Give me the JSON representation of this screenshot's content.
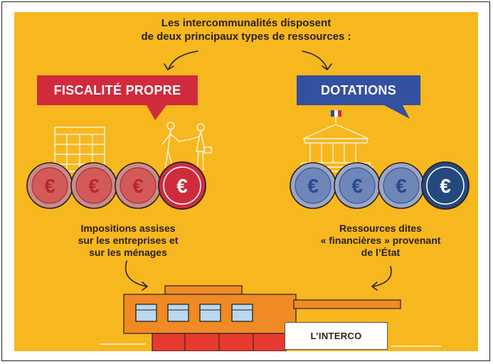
{
  "title": {
    "line1": "Les intercommunalités disposent",
    "line2": "de deux principaux types de ressources :"
  },
  "left": {
    "label": "FISCALITÉ PROPRE",
    "color": "#d02b3d",
    "coin_symbol": "€",
    "description": [
      "Impositions assises",
      "sur les entreprises et",
      "sur les ménages"
    ]
  },
  "right": {
    "label": "DOTATIONS",
    "color": "#3450a0",
    "coin_symbol": "€",
    "description": [
      "Ressources dites",
      "« financières » provenant",
      "de l’État"
    ]
  },
  "building": {
    "label": "L’INTERCO"
  },
  "colors": {
    "background": "#f7b71f",
    "building_orange": "#f08a24",
    "building_red": "#e63a2e",
    "window_blue": "#b9d7ee"
  }
}
